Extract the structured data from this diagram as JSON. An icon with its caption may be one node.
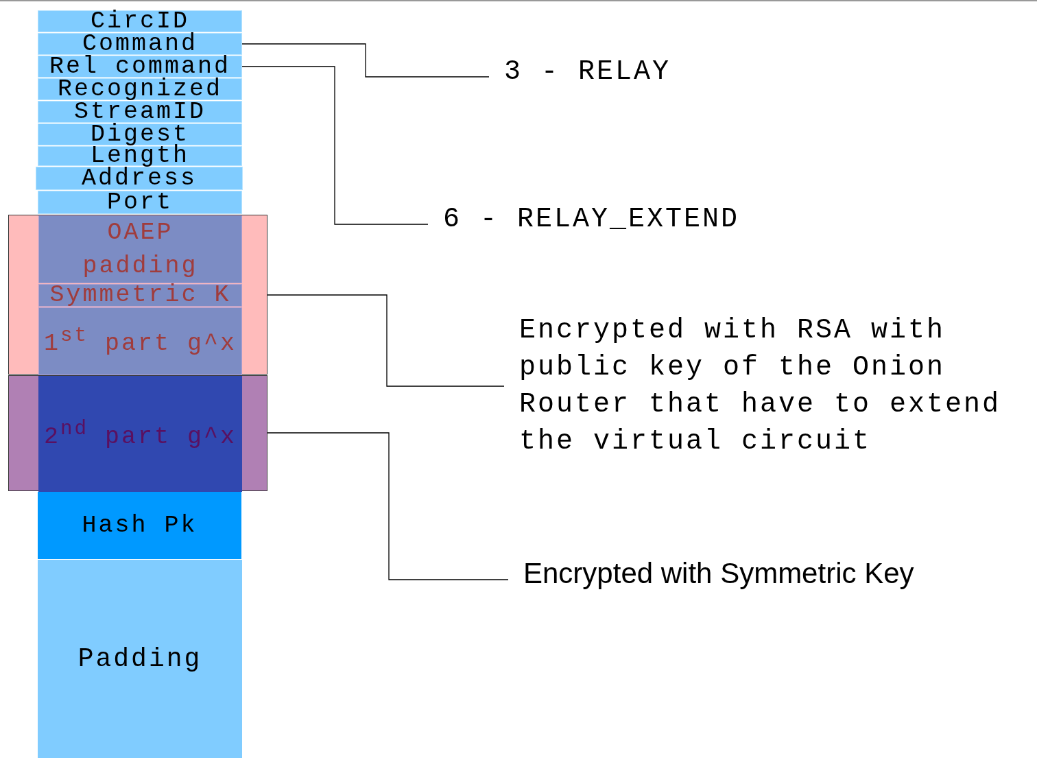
{
  "diagram": {
    "nodes": [
      {
        "text": [
          "CircID"
        ]
      },
      {
        "text": [
          "Command"
        ]
      },
      {
        "text": [
          "Rel command"
        ]
      },
      {
        "text": [
          "Recognized"
        ]
      },
      {
        "text": [
          "StreamID"
        ]
      },
      {
        "text": [
          "Digest"
        ]
      },
      {
        "text": [
          "Length"
        ]
      },
      {
        "text": [
          "Address"
        ]
      },
      {
        "text": [
          "Port"
        ]
      },
      {
        "text": [],
        "shape": "box"
      },
      {
        "text": [
          "OAEP padding"
        ],
        "in": 9
      },
      {
        "text": [
          "Symmetric K"
        ],
        "in": 9
      },
      {
        "text": [
          "1$^{st}$ part g^x"
        ],
        "in": 9
      },
      {
        "text": [],
        "shape": "box"
      },
      {
        "text": [
          "2$^{nd}$ part g^x"
        ],
        "in": 13
      },
      {
        "text": [
          "Hash Pk"
        ]
      },
      {
        "text": [
          "Padding"
        ]
      },
      {
        "text": [
          "3 - RELAY"
        ]
      },
      {
        "text": [
          "6 - RELAY_EXTEND"
        ]
      },
      {
        "text": [
          "Encrypted with RSA with public key of the Onion Router that have to extend the virtual circuit"
        ]
      },
      {
        "text": [
          "Encrypted with Symmetric Key"
        ]
      }
    ],
    "edges": [
      {
        "from": 1,
        "to": 17,
        "arrow": "none"
      },
      {
        "from": 2,
        "to": 18,
        "arrow": "none"
      },
      {
        "from": 9,
        "to": 19,
        "arrow": "none"
      },
      {
        "from": 13,
        "to": 20,
        "arrow": "none"
      }
    ]
  }
}
